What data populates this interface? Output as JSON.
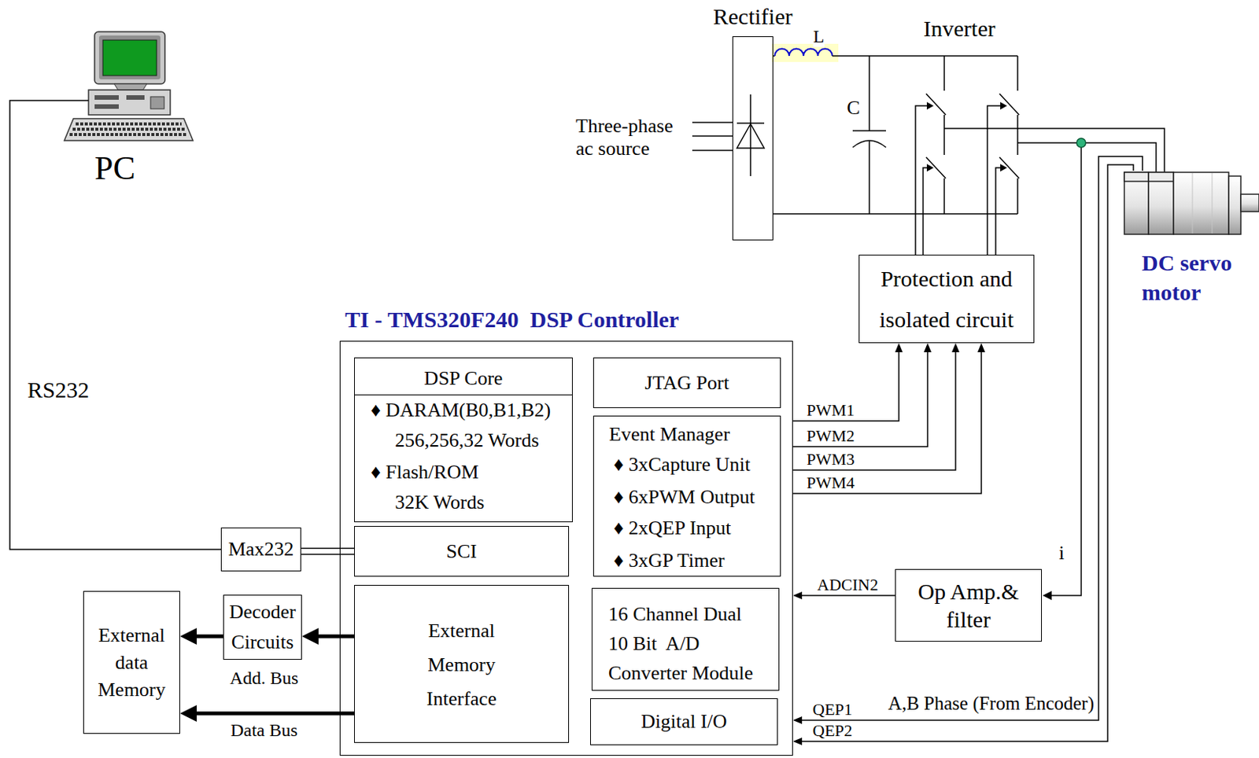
{
  "diagram": {
    "nodes": [
      {
        "text": [
          "PC"
        ]
      },
      {
        "text": [
          "Rectifier"
        ]
      },
      {
        "text": [
          "Protection and isolated circuit"
        ]
      },
      {
        "text": [
          "TI - TMS320F240  DSP Controller"
        ]
      },
      {
        "text": [
          "DSP Core",
          "♦ DARAM(B0,B1,B2) 256,256,32 Words",
          "♦ Flash/ROM 32K Words"
        ],
        "in": 3
      },
      {
        "text": [
          "JTAG Port"
        ],
        "in": 3
      },
      {
        "text": [
          "Event Manager",
          "♦ 3xCapture Unit",
          "♦ 6xPWM Output",
          "♦ 2xQEP Input",
          "♦ 3xGP Timer"
        ],
        "in": 3
      },
      {
        "text": [
          "SCI"
        ],
        "in": 3
      },
      {
        "text": [
          "External Memory Interface"
        ],
        "in": 3
      },
      {
        "text": [
          "16 Channel Dual 10 Bit  A/D Converter Module"
        ],
        "in": 3
      },
      {
        "text": [
          "Digital I/O"
        ],
        "in": 3
      },
      {
        "text": [
          "Max232"
        ]
      },
      {
        "text": [
          "External data Memory"
        ]
      },
      {
        "text": [
          "Decoder Circuits"
        ]
      },
      {
        "text": [
          "Op Amp.& filter"
        ]
      },
      {
        "text": [
          "DC servo motor"
        ]
      }
    ],
    "edges": [
      {
        "from": 0,
        "to": 11,
        "arrow": "none"
      },
      {
        "from": 11,
        "to": 7,
        "arrow": "none"
      },
      {
        "from": 3,
        "to": 2,
        "label": "PWM1",
        "arrow": "to"
      },
      {
        "from": 3,
        "to": 2,
        "label": "PWM2",
        "arrow": "to"
      },
      {
        "from": 3,
        "to": 2,
        "label": "PWM3",
        "arrow": "to"
      },
      {
        "from": 3,
        "to": 2,
        "label": "PWM4",
        "arrow": "to"
      },
      {
        "from": 14,
        "to": 3,
        "label": "ADCIN2",
        "arrow": "to"
      },
      {
        "from": 15,
        "to": 3,
        "label": "QEP1",
        "arrow": "to"
      },
      {
        "from": 15,
        "to": 3,
        "label": "QEP2",
        "arrow": "to"
      },
      {
        "from": 8,
        "to": 13,
        "arrow": "to"
      },
      {
        "from": 13,
        "to": 12,
        "arrow": "to"
      },
      {
        "from": 8,
        "to": 12,
        "arrow": "to"
      }
    ],
    "labels": [
      "Three-phase ac source",
      "L",
      "C",
      "Inverter",
      "RS232",
      "i",
      "A,B Phase (From Encoder)",
      "Add. Bus",
      "Data Bus"
    ]
  }
}
